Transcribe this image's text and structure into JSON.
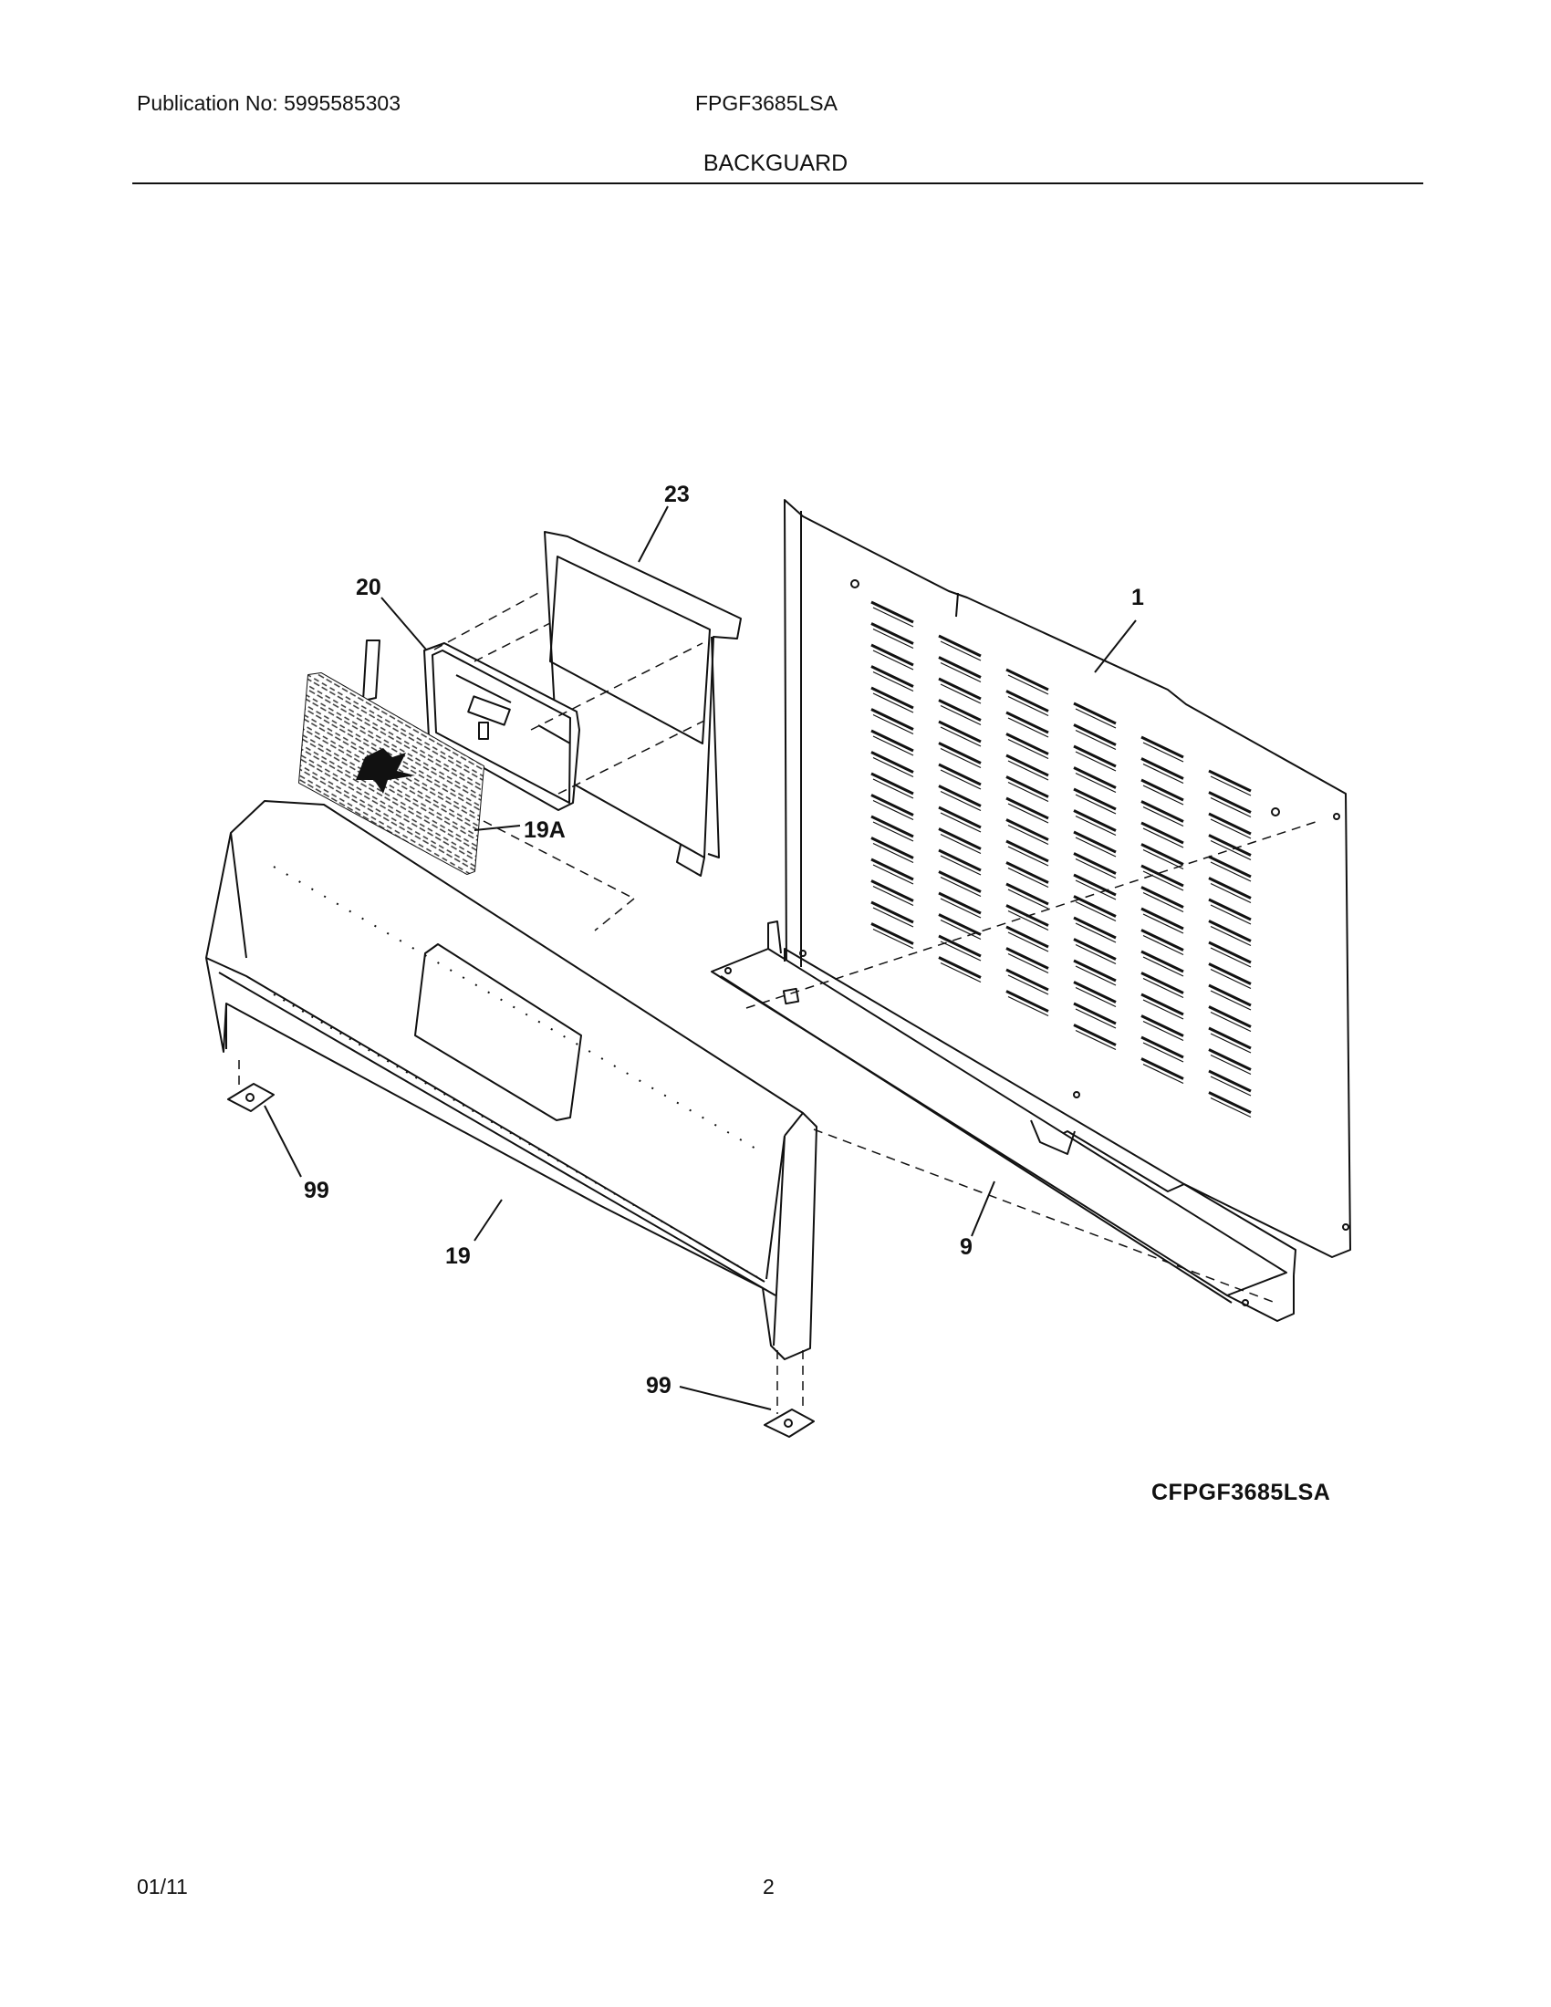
{
  "header": {
    "publication": "Publication No: 5995585303",
    "model": "FPGF3685LSA",
    "section_title": "BACKGUARD"
  },
  "diagram": {
    "callouts": {
      "c1": "1",
      "c9": "9",
      "c19": "19",
      "c19a": "19A",
      "c20": "20",
      "c23": "23",
      "c99_left": "99",
      "c99_bottom": "99"
    },
    "diagram_code": "CFPGF3685LSA"
  },
  "footer": {
    "date": "01/11",
    "page_number": "2"
  }
}
